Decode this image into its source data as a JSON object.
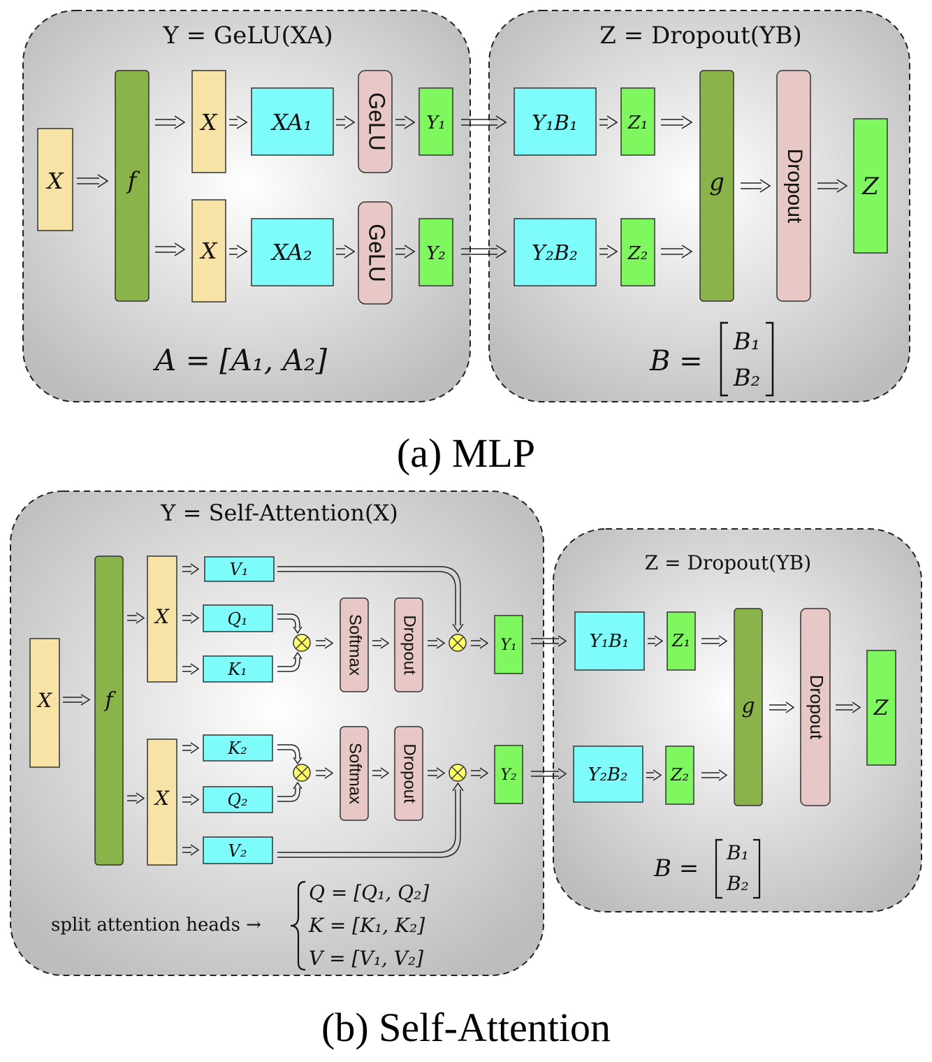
{
  "mlp": {
    "left_title": "Y = GeLU(XA)",
    "right_title": "Z = Dropout(YB)",
    "input": "X",
    "split_node": "f",
    "copy_top": "X",
    "copy_bottom": "X",
    "mul_top": "XA₁",
    "mul_bottom": "XA₂",
    "act_top": "GeLU",
    "act_bottom": "GeLU",
    "y_top": "Y₁",
    "y_bottom": "Y₂",
    "yb_top": "Y₁B₁",
    "yb_bottom": "Y₂B₂",
    "z_top": "Z₁",
    "z_bottom": "Z₂",
    "gather_node": "g",
    "dropout": "Dropout",
    "output": "Z",
    "a_def": "A = [A₁, A₂]",
    "b_def_lhs": "B =",
    "b_def_top": "B₁",
    "b_def_bottom": "B₂",
    "caption": "(a) MLP"
  },
  "attn": {
    "left_title": "Y = Self-Attention(X)",
    "right_title": "Z = Dropout(YB)",
    "input": "X",
    "split_node": "f",
    "copy_top": "X",
    "copy_bottom": "X",
    "v1": "V₁",
    "q1": "Q₁",
    "k1": "K₁",
    "k2": "K₂",
    "q2": "Q₂",
    "v2": "V₂",
    "softmax_top": "Softmax",
    "softmax_bottom": "Softmax",
    "dropout_top": "Dropout",
    "dropout_bottom": "Dropout",
    "y_top": "Y₁",
    "y_bottom": "Y₂",
    "yb_top": "Y₁B₁",
    "yb_bottom": "Y₂B₂",
    "z_top": "Z₁",
    "z_bottom": "Z₂",
    "gather_node": "g",
    "dropout": "Dropout",
    "output": "Z",
    "b_def_lhs": "B =",
    "b_def_top": "B₁",
    "b_def_bottom": "B₂",
    "split_label": "split attention heads →",
    "q_def": "Q = [Q₁, Q₂]",
    "k_def": "K = [K₁, K₂]",
    "v_def": "V = [V₁, V₂]",
    "caption": "(b) Self-Attention"
  },
  "colors": {
    "cream": "#f8e3a6",
    "dark_green": "#8ab34a",
    "cyan": "#7efbfb",
    "pink": "#e8c8c6",
    "light_green": "#7ef85e",
    "product_yellow": "#ffff66",
    "panel_edge": "#b8b8b8"
  }
}
